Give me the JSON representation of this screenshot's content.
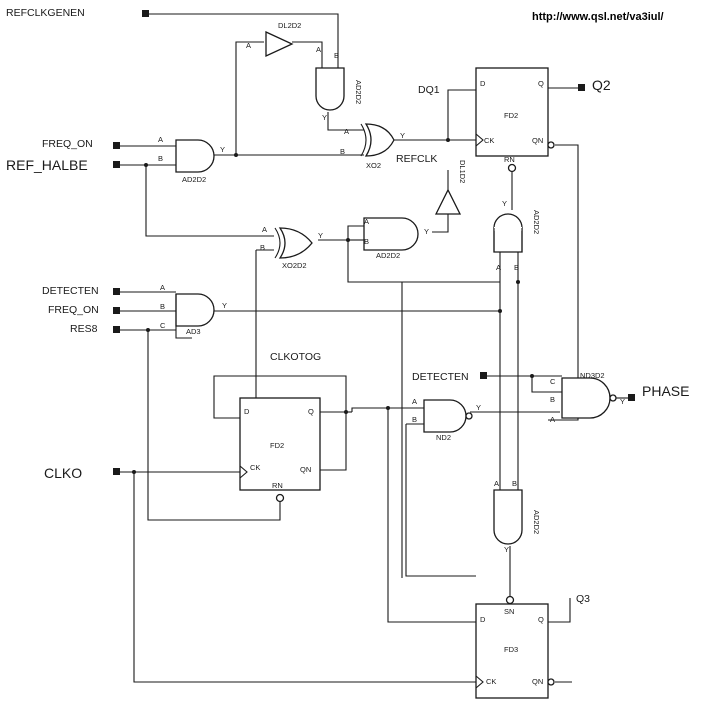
{
  "url": "http://www.qsl.net/va3iul/",
  "signals": {
    "refclkgen": "REFCLKGENEN",
    "freq_on": "FREQ_ON",
    "ref_halbe": "REF_HALBE",
    "detecten": "DETECTEN",
    "res8": "RES8",
    "clko": "CLKO",
    "phase": "PHASE",
    "q2": "Q2",
    "q3": "Q3",
    "dq1": "DQ1",
    "refclk": "REFCLK",
    "clkotog": "CLKOTOG"
  },
  "components": {
    "dl2d2": "DL2D2",
    "ad2d2": "AD2D2",
    "xo2": "XO2",
    "xo2d2": "XO2D2",
    "dl1d2": "DL1D2",
    "ad3": "AD3",
    "fd2": "FD2",
    "fd3": "FD3",
    "nd2": "ND2",
    "nd3d2": "ND3D2"
  },
  "pins": {
    "a": "A",
    "b": "B",
    "c": "C",
    "y": "Y",
    "d": "D",
    "q": "Q",
    "qn": "QN",
    "ck": "CK",
    "rn": "RN",
    "sn": "SN"
  }
}
